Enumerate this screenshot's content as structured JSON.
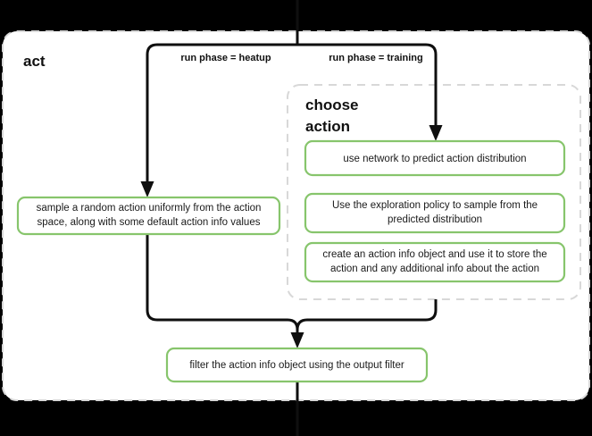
{
  "diagram": {
    "type": "flowchart",
    "background_color": "#000000",
    "surface_color": "#ffffff",
    "node_border_color": "#87c56c",
    "cluster_border_color": "#d8d8d8",
    "edge_color": "#0f0f0f",
    "outer_cluster": {
      "title": "act"
    },
    "inner_cluster": {
      "title_line1": "choose",
      "title_line2": "action"
    },
    "edge_labels": {
      "heatup": "run phase = heatup",
      "training": "run phase = training"
    },
    "nodes": {
      "sample_random": {
        "line1": "sample a random action uniformly from the action",
        "line2": "space, along with some default action info values"
      },
      "use_network": {
        "line1": "use network to predict action distribution"
      },
      "exploration_policy": {
        "line1": "Use the exploration policy to sample from the",
        "line2": "predicted distribution"
      },
      "create_action_info": {
        "line1": "create an action info object and use it to store the",
        "line2": "action and any additional info about the action"
      },
      "filter_action": {
        "line1": "filter the action info object using the output filter"
      }
    }
  }
}
